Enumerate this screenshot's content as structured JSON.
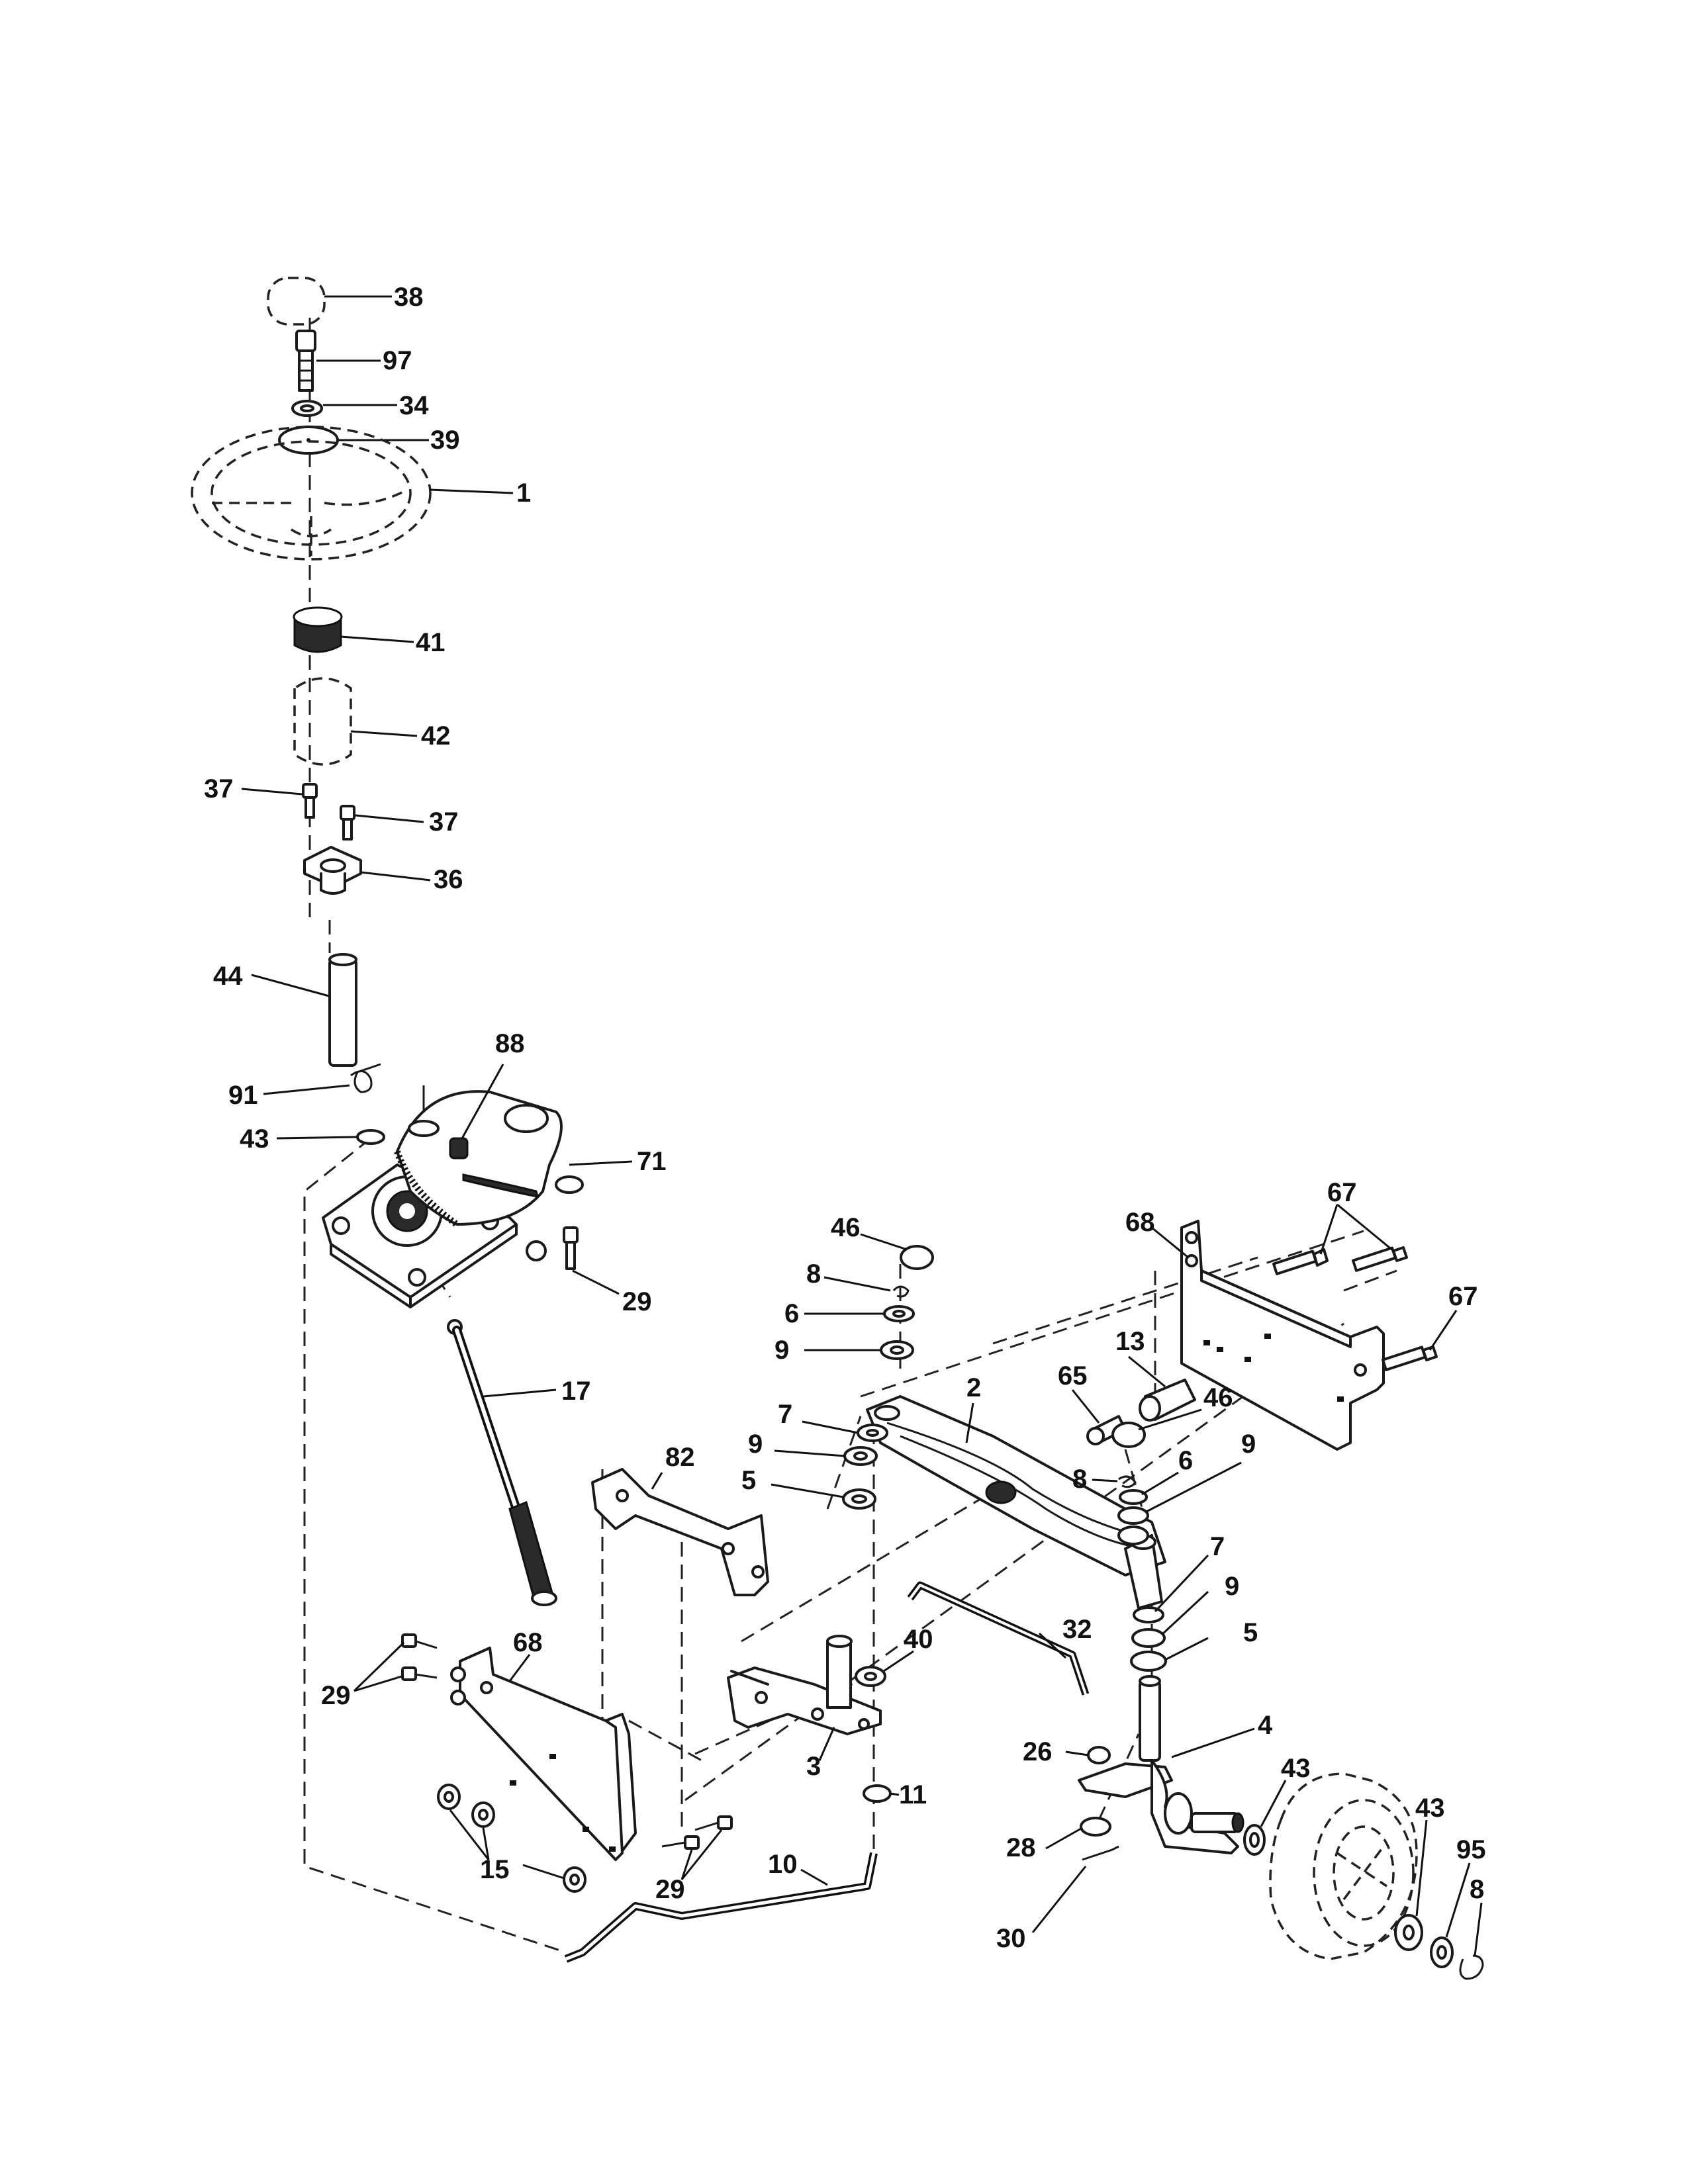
{
  "diagram": {
    "type": "exploded parts diagram",
    "subject": "steering assembly",
    "callouts": [
      {
        "id": "c38",
        "label": "38"
      },
      {
        "id": "c97",
        "label": "97"
      },
      {
        "id": "c34",
        "label": "34"
      },
      {
        "id": "c39",
        "label": "39"
      },
      {
        "id": "c1",
        "label": "1"
      },
      {
        "id": "c41",
        "label": "41"
      },
      {
        "id": "c42",
        "label": "42"
      },
      {
        "id": "c37a",
        "label": "37"
      },
      {
        "id": "c37b",
        "label": "37"
      },
      {
        "id": "c36",
        "label": "36"
      },
      {
        "id": "c44",
        "label": "44"
      },
      {
        "id": "c88",
        "label": "88"
      },
      {
        "id": "c91",
        "label": "91"
      },
      {
        "id": "c43a",
        "label": "43"
      },
      {
        "id": "c71",
        "label": "71"
      },
      {
        "id": "c29a",
        "label": "29"
      },
      {
        "id": "c17",
        "label": "17"
      },
      {
        "id": "c46a",
        "label": "46"
      },
      {
        "id": "c8a",
        "label": "8"
      },
      {
        "id": "c6a",
        "label": "6"
      },
      {
        "id": "c9a",
        "label": "9"
      },
      {
        "id": "c68a",
        "label": "68"
      },
      {
        "id": "c67a",
        "label": "67"
      },
      {
        "id": "c67b",
        "label": "67"
      },
      {
        "id": "c2",
        "label": "2"
      },
      {
        "id": "c13",
        "label": "13"
      },
      {
        "id": "c65",
        "label": "65"
      },
      {
        "id": "c46b",
        "label": "46"
      },
      {
        "id": "c7a",
        "label": "7"
      },
      {
        "id": "c9b",
        "label": "9"
      },
      {
        "id": "c5a",
        "label": "5"
      },
      {
        "id": "c82",
        "label": "82"
      },
      {
        "id": "c8b",
        "label": "8"
      },
      {
        "id": "c6b",
        "label": "6"
      },
      {
        "id": "c9c",
        "label": "9"
      },
      {
        "id": "c7b",
        "label": "7"
      },
      {
        "id": "c9d",
        "label": "9"
      },
      {
        "id": "c5b",
        "label": "5"
      },
      {
        "id": "c40",
        "label": "40"
      },
      {
        "id": "c32",
        "label": "32"
      },
      {
        "id": "c68b",
        "label": "68"
      },
      {
        "id": "c29b",
        "label": "29"
      },
      {
        "id": "c4",
        "label": "4"
      },
      {
        "id": "c26",
        "label": "26"
      },
      {
        "id": "c3",
        "label": "3"
      },
      {
        "id": "c43b",
        "label": "43"
      },
      {
        "id": "c11",
        "label": "11"
      },
      {
        "id": "c43c",
        "label": "43"
      },
      {
        "id": "c95",
        "label": "95"
      },
      {
        "id": "c15",
        "label": "15"
      },
      {
        "id": "c28",
        "label": "28"
      },
      {
        "id": "c29c",
        "label": "29"
      },
      {
        "id": "c10",
        "label": "10"
      },
      {
        "id": "c8c",
        "label": "8"
      },
      {
        "id": "c30",
        "label": "30"
      }
    ]
  }
}
